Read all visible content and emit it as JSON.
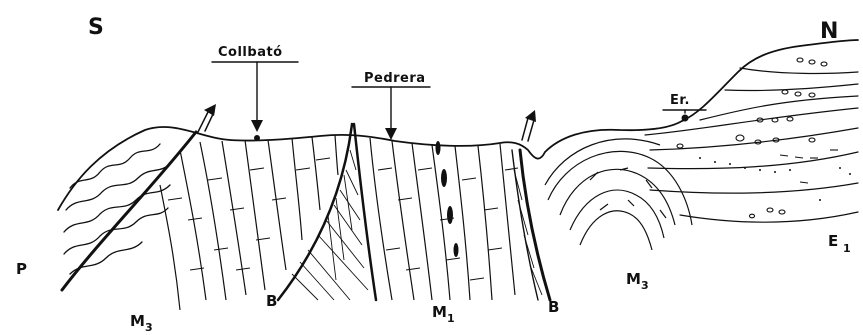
{
  "orientation": {
    "left": "S",
    "right": "N"
  },
  "locations": [
    {
      "id": "collbato",
      "label": "Collbató"
    },
    {
      "id": "pedrera",
      "label": "Pedrera"
    },
    {
      "id": "er",
      "label": "Er."
    }
  ],
  "units": {
    "p": {
      "text": "P",
      "sub": ""
    },
    "m3_left": {
      "text": "M",
      "sub": "3"
    },
    "b_left": {
      "text": "B",
      "sub": ""
    },
    "m1": {
      "text": "M",
      "sub": "1"
    },
    "b_right": {
      "text": "B",
      "sub": ""
    },
    "m3_right": {
      "text": "M",
      "sub": "3"
    },
    "e1": {
      "text": "E",
      "sub": "1"
    }
  },
  "colors": {
    "ink": "#111111",
    "background": "#ffffff"
  }
}
